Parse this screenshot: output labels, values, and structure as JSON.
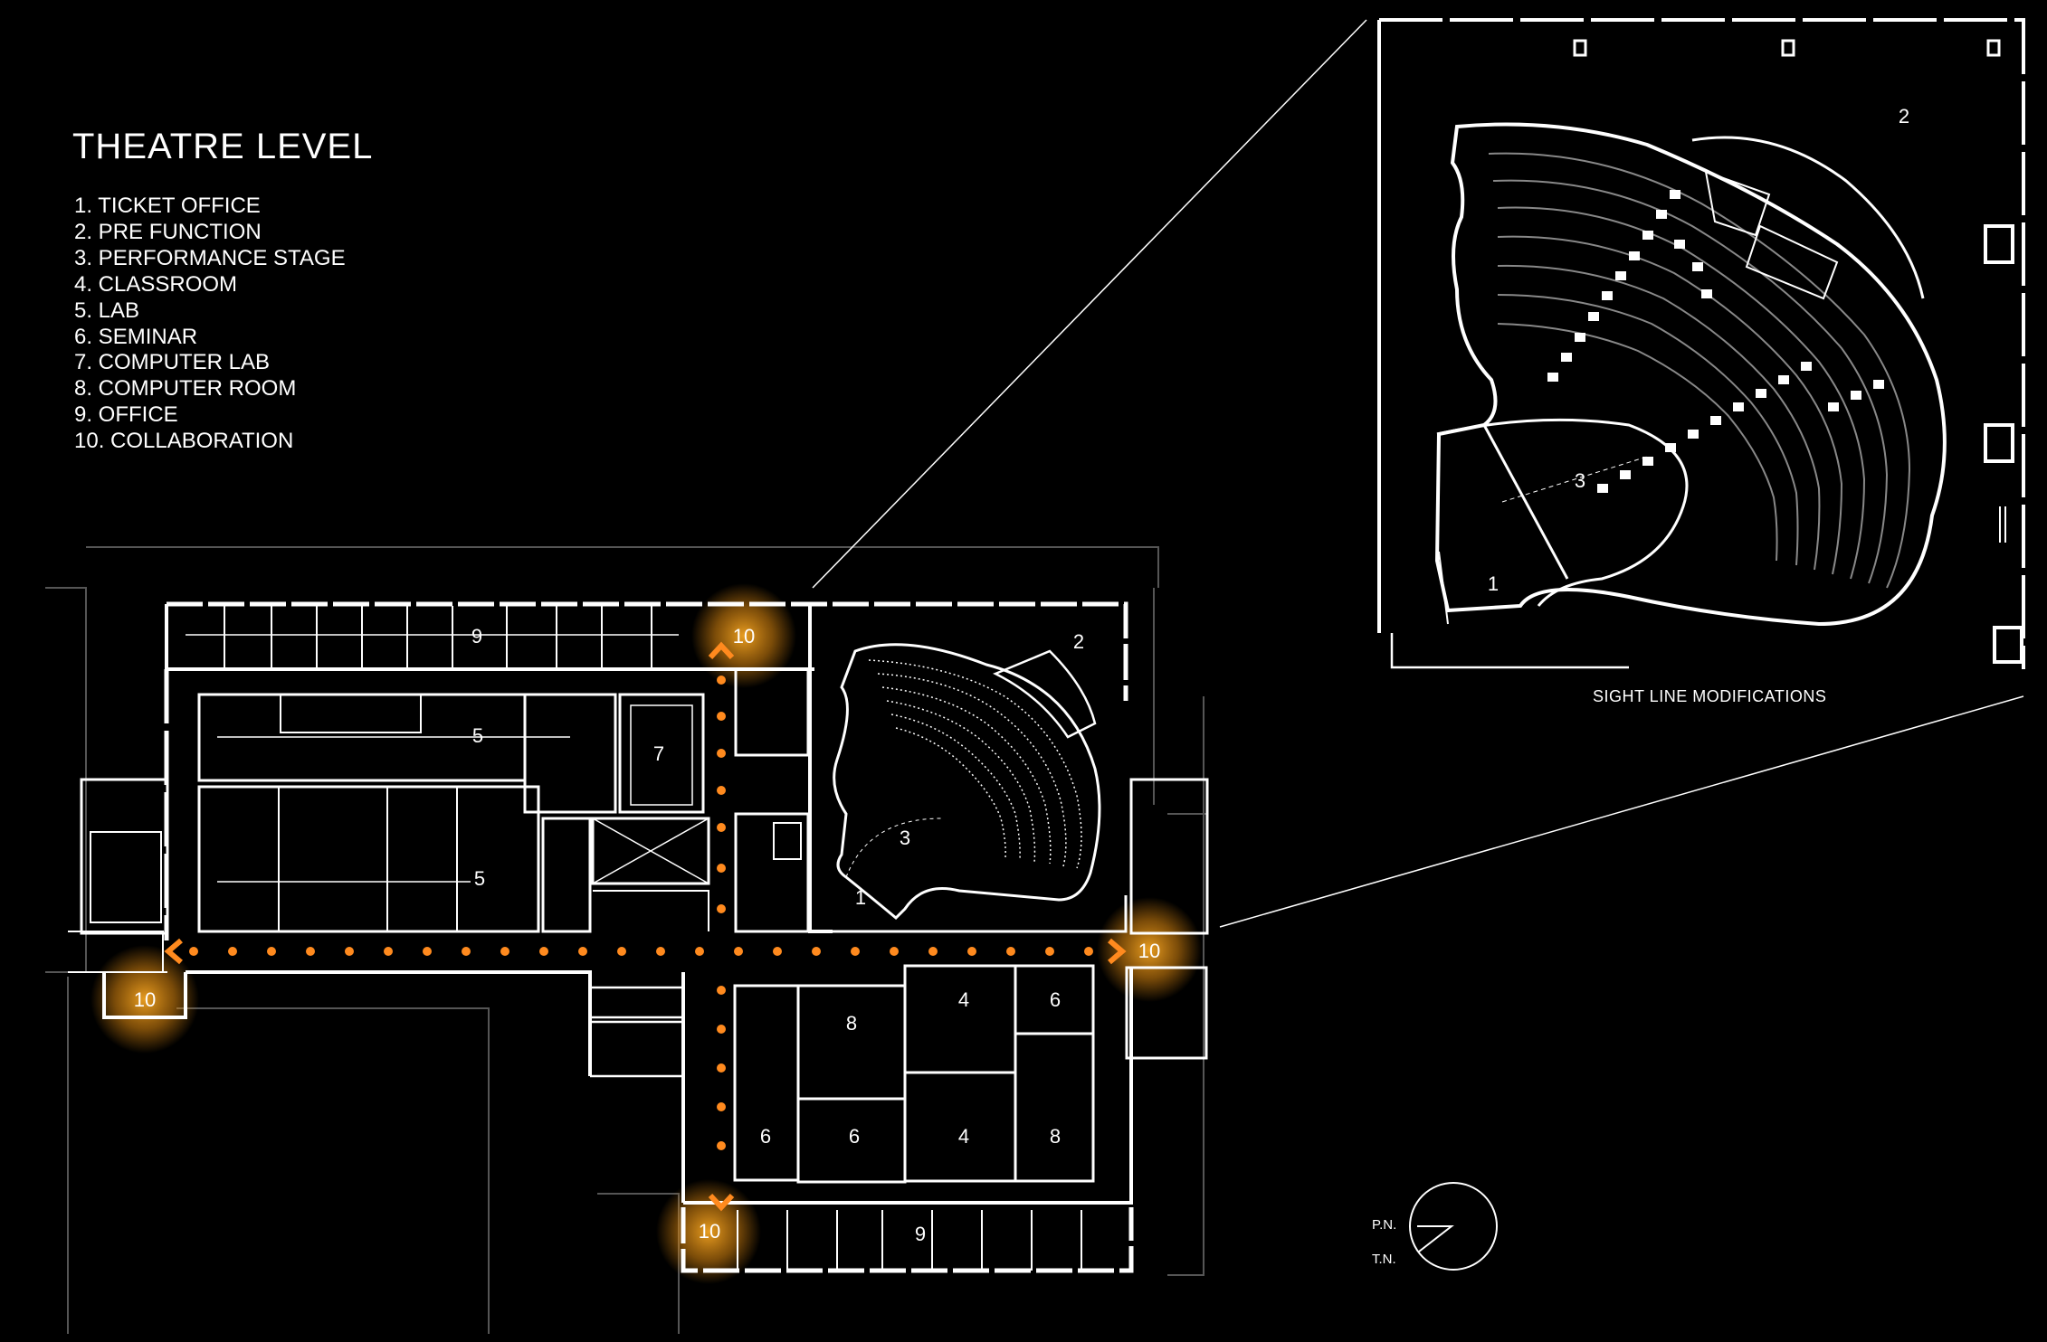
{
  "title": "THEATRE LEVEL",
  "legend": [
    "1. TICKET OFFICE",
    "2. PRE FUNCTION",
    "3. PERFORMANCE STAGE",
    "4. CLASSROOM",
    "5. LAB",
    "6. SEMINAR",
    "7. COMPUTER LAB",
    "8. COMPUTER ROOM",
    "9. OFFICE",
    "10. COLLABORATION"
  ],
  "plan_labels": {
    "office_top": "9",
    "collab_top": "10",
    "prefunction": "2",
    "lab_upper": "5",
    "computer_lab": "7",
    "stage": "3",
    "lab_lower": "5",
    "ticket": "1",
    "collab_right": "10",
    "collab_left": "10",
    "room8_a": "8",
    "room4_a": "4",
    "room6_a": "6",
    "room6_b": "6",
    "room6_c": "6",
    "room4_b": "4",
    "room8_b": "8",
    "collab_bottom": "10",
    "office_bottom": "9"
  },
  "inset_labels": {
    "prefunction": "2",
    "stage": "3",
    "ticket": "1"
  },
  "inset_caption": "SIGHT LINE MODIFICATIONS",
  "compass": {
    "pn": "P.N.",
    "tn": "T.N."
  },
  "colors": {
    "background": "#000000",
    "lines": "#ffffff",
    "circulation": "#ff8a1e",
    "glow": "#f5a623"
  }
}
